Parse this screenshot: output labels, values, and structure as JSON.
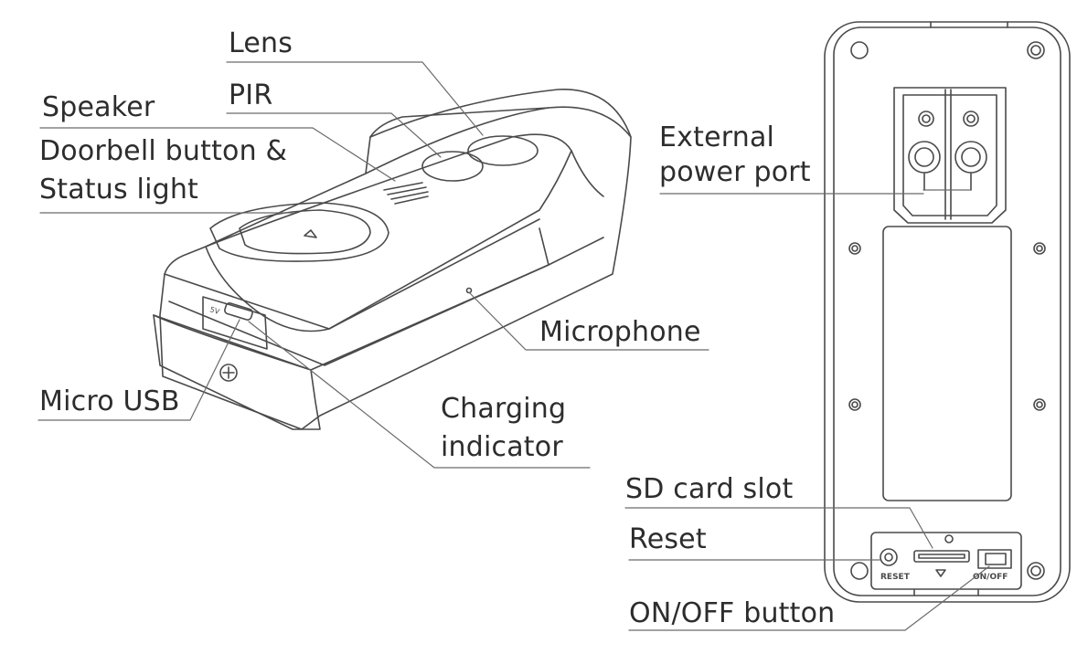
{
  "labels": {
    "lens": "Lens",
    "pir": "PIR",
    "speaker": "Speaker",
    "doorbell_line1": "Doorbell button &",
    "doorbell_line2": "Status light",
    "micro_usb": "Micro USB",
    "microphone": "Microphone",
    "charging_line1": "Charging",
    "charging_line2": "indicator",
    "external_line1": "External",
    "external_line2": "power port",
    "sd_card_slot": "SD card slot",
    "reset": "Reset",
    "on_off_button": "ON/OFF button"
  },
  "device_marks": {
    "usb_voltage": "5V",
    "reset_mark": "RESET",
    "on_off_mark": "ON/OFF"
  },
  "colors": {
    "line": "#4a4a4a",
    "text": "#2d2d2d",
    "background": "#ffffff"
  }
}
